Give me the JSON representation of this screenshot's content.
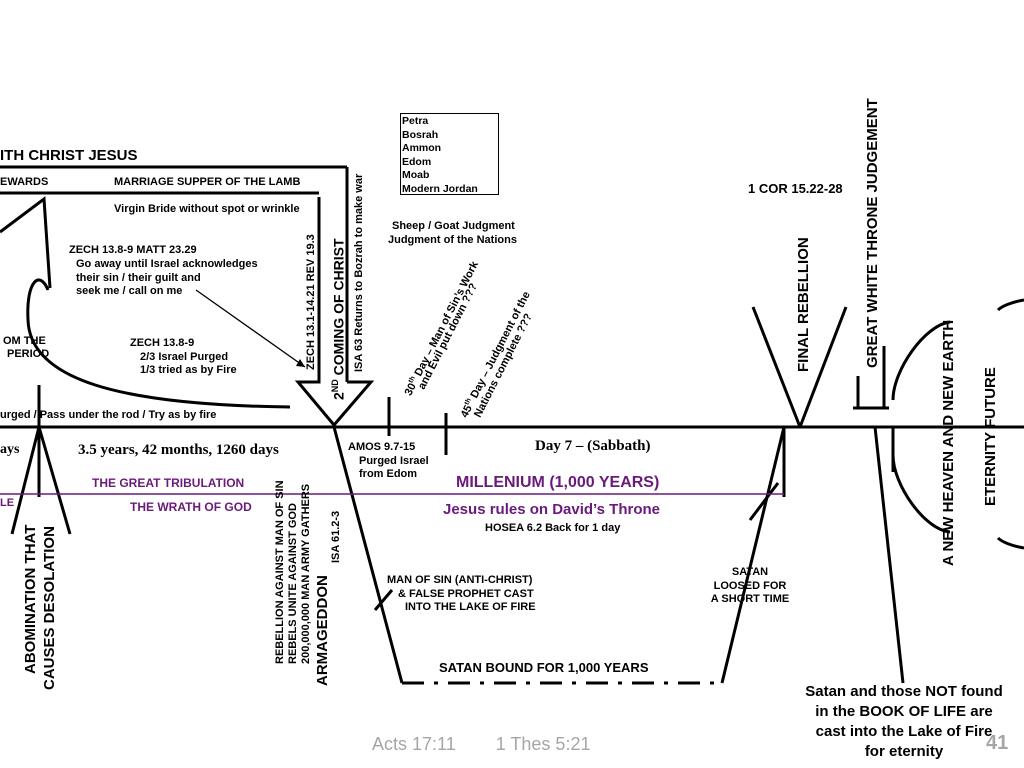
{
  "header": {
    "with_christ": "ITH CHRIST JESUS",
    "rewards": "EWARDS",
    "marriage_supper": "MARRIAGE SUPPER OF THE LAMB",
    "virgin_bride": "Virgin Bride without spot or wrinkle"
  },
  "zech_block": {
    "refs": "ZECH 13.8-9     MATT 23.29",
    "line1": "Go away until Israel acknowledges",
    "line2": "their sin / their guilt and",
    "line3": "seek me / call on me"
  },
  "purge_block": {
    "ref": "ZECH 13.8-9",
    "line1": "2/3 Israel Purged",
    "line2": "1/3 tried as by Fire"
  },
  "left_cut": {
    "from_the": "OM THE",
    "period": "PERIOD",
    "purged_text": "urged / Pass under the rod / Try as by fire",
    "days": "ays",
    "le": "LE"
  },
  "tribulation": {
    "duration": "3.5 years, 42 months, 1260 days",
    "great": "THE GREAT TRIBULATION",
    "wrath": "THE WRATH OF GOD"
  },
  "second_coming": {
    "main_sup": "ND",
    "main_pre": "2",
    "main": "COMING OF CHRIST",
    "zech_rev": "ZECH 13.1-14.21    REV 19.3",
    "isa": "ISA 63    Returns to Bozrah to make war"
  },
  "edom_box": {
    "items": [
      "Petra",
      "Bosrah",
      "  Ammon",
      "  Edom",
      "  Moab",
      "     Modern Jordan"
    ]
  },
  "judgment": {
    "line1": "Sheep / Goat Judgment",
    "line2": "Judgment of the Nations"
  },
  "days_annotations": {
    "day30_sup": "th",
    "day30": "30",
    "day30_text": " Day – Man of Sin’s Work",
    "day30_text2": "and Evil put down ???",
    "day45_sup": "th",
    "day45": "45",
    "day45_text": " Day – Judgment of the",
    "day45_text2": "Nations complete ???"
  },
  "amos": {
    "ref": "AMOS 9.7-15",
    "line1": "Purged Israel",
    "line2": "from Edom"
  },
  "millennium": {
    "day7": "Day 7 – (Sabbath)",
    "title": "MILLENIUM  (1,000 YEARS)",
    "throne": "Jesus rules on David’s Throne",
    "hosea": "HOSEA 6.2    Back for 1 day"
  },
  "armageddon": {
    "title": "ARMAGEDDON",
    "line1": "REBELLION AGAINST MAN OF SIN",
    "line2": "REBELS UNITE AGAINST GOD",
    "line3": "200,000,000 MAN ARMY GATHERS",
    "isa": "ISA 61.2-3"
  },
  "abomination": {
    "line1": "ABOMINATION THAT",
    "line2": "CAUSES DESOLATION"
  },
  "man_of_sin": {
    "line1": "MAN OF SIN (ANTI-CHRIST)",
    "line2": "& FALSE PROPHET CAST",
    "line3": "INTO THE LAKE OF FIRE"
  },
  "satan_bound": "SATAN BOUND FOR 1,000 YEARS",
  "satan_loosed": {
    "line1": "SATAN",
    "line2": "LOOSED FOR",
    "line3": "A SHORT TIME"
  },
  "final": {
    "cor": "1 COR 15.22-28",
    "rebellion": "FINAL REBELLION",
    "white_throne": "GREAT WHITE THRONE JUDGEMENT",
    "new_earth": "A NEW HEAVEN AND NEW EARTH",
    "eternity": "ETERNITY FUTURE"
  },
  "lake_of_fire": {
    "line1": "Satan and those NOT found",
    "line2": "in the BOOK OF LIFE are",
    "line3": "cast into the Lake of Fire",
    "line4": "for eternity"
  },
  "footer": {
    "refs": "Acts 17:11        1 Thes 5:21",
    "page": "41"
  },
  "colors": {
    "accent_purple": "#6a1a7a",
    "footer_gray": "#a6a6a6"
  }
}
